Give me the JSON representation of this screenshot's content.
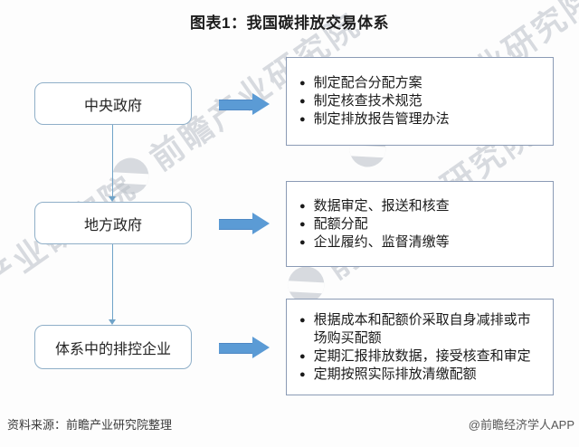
{
  "title": "图表1：我国碳排放交易体系",
  "bullet_char": "●",
  "flow": {
    "rows": [
      {
        "actor": "中央政府",
        "tasks": [
          "制定配合分配方案",
          "制定核查技术规范",
          "制定排放报告管理办法"
        ]
      },
      {
        "actor": "地方政府",
        "tasks": [
          "数据审定、报送和核查",
          "配额分配",
          "企业履约、监督清缴等"
        ]
      },
      {
        "actor": "体系中的排控企业",
        "tasks": [
          "根据成本和配额价采取自身减排或市场购买配额",
          "定期汇报排放数据，接受核查和审定",
          "定期按照实际排放清缴配额"
        ]
      }
    ]
  },
  "watermark": {
    "text": "前瞻产业研究院"
  },
  "footer": {
    "source": "资料来源：前瞻产业研究院整理",
    "credit": "@前瞻经济学人APP"
  },
  "colors": {
    "arrow_fill": "#5b9bd5",
    "left_box_border": "#8fafc8",
    "right_box_border": "#8b9bb5",
    "connector": "#6fa3c8",
    "watermark": "#b9bfc7",
    "title_text": "#1c1c1c",
    "body_text": "#1a1a1a"
  }
}
